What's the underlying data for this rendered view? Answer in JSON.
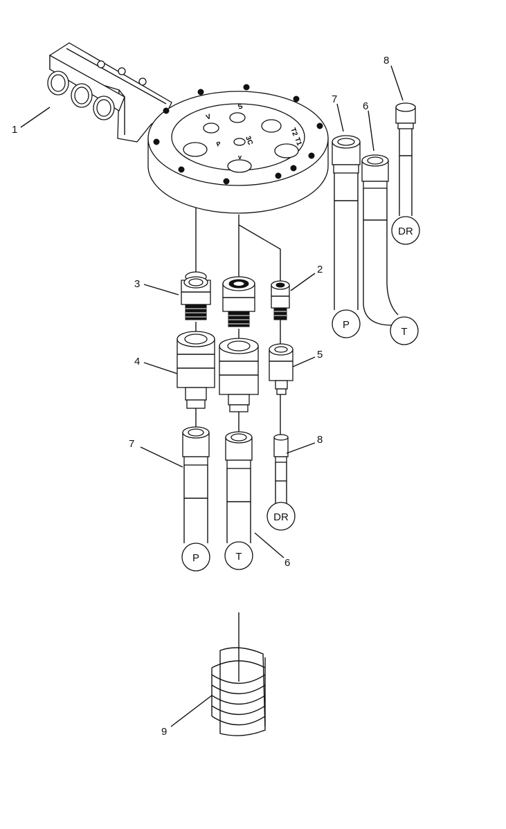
{
  "diagram": {
    "callouts": {
      "c1": "1",
      "c2": "2",
      "c3": "3",
      "c4": "4",
      "c5": "5",
      "c6a": "6",
      "c6b": "6",
      "c7a": "7",
      "c7b": "7",
      "c8a": "8",
      "c8b": "8",
      "c9": "9"
    },
    "ports": {
      "p_top": "P",
      "t_top": "T",
      "dr_top": "DR",
      "p_bottom": "P",
      "t_bottom": "T",
      "dr_bottom": "DR"
    },
    "manifold_marks": {
      "m1": "V",
      "m2": "S",
      "m3": "3C",
      "m4": "T2",
      "m5": "T1",
      "m6": "P"
    }
  }
}
